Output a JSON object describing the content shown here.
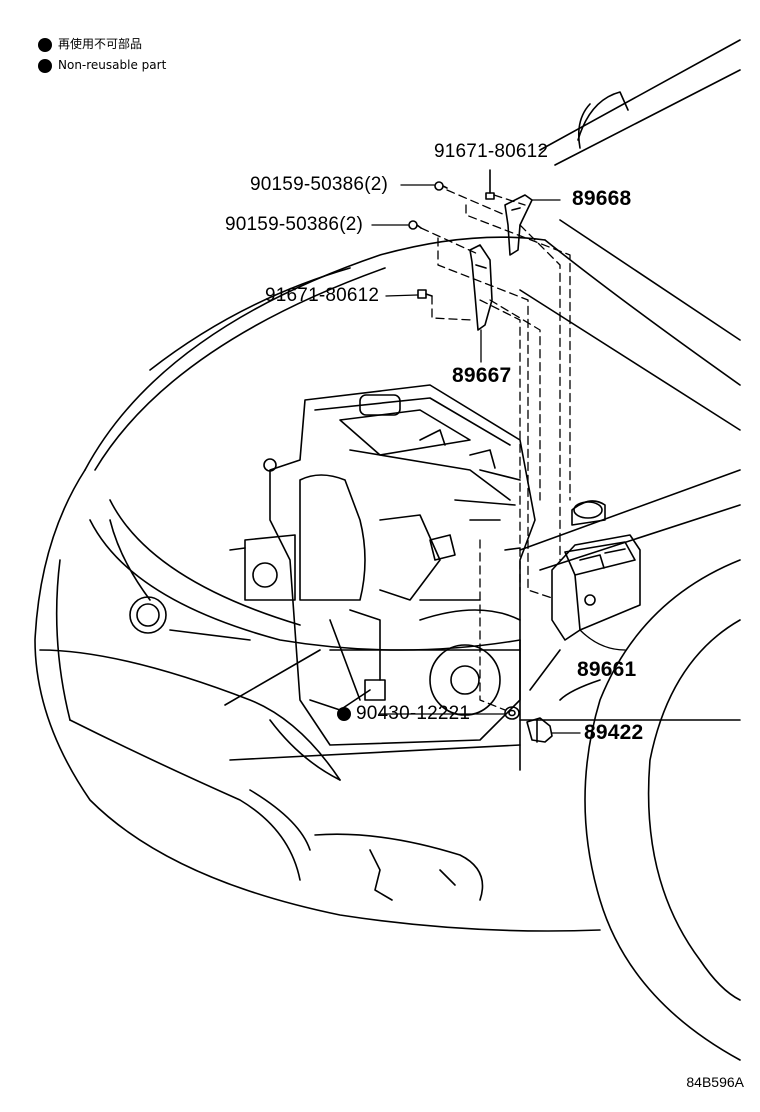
{
  "legend": {
    "items": [
      {
        "marker": "filled-circle",
        "text": "再使用不可部品"
      },
      {
        "marker": "filled-circle",
        "text": "Non-reusable part"
      }
    ]
  },
  "callouts": [
    {
      "id": "bolt_top_right",
      "part_no": "91671-80612"
    },
    {
      "id": "bolt_upper_a",
      "part_no": "90159-50386(2)"
    },
    {
      "id": "bracket_upper",
      "part_no": "89668"
    },
    {
      "id": "bolt_upper_b",
      "part_no": "90159-50386(2)"
    },
    {
      "id": "bolt_left",
      "part_no": "91671-80612"
    },
    {
      "id": "bracket_lower",
      "part_no": "89667"
    },
    {
      "id": "ecu",
      "part_no": "89661"
    },
    {
      "id": "gasket",
      "part_no": "90430-12221",
      "non_reusable": true
    },
    {
      "id": "sensor",
      "part_no": "89422"
    }
  ],
  "diagram_id": "84B596A",
  "colors": {
    "ink": "#000000",
    "paper": "#ffffff"
  }
}
